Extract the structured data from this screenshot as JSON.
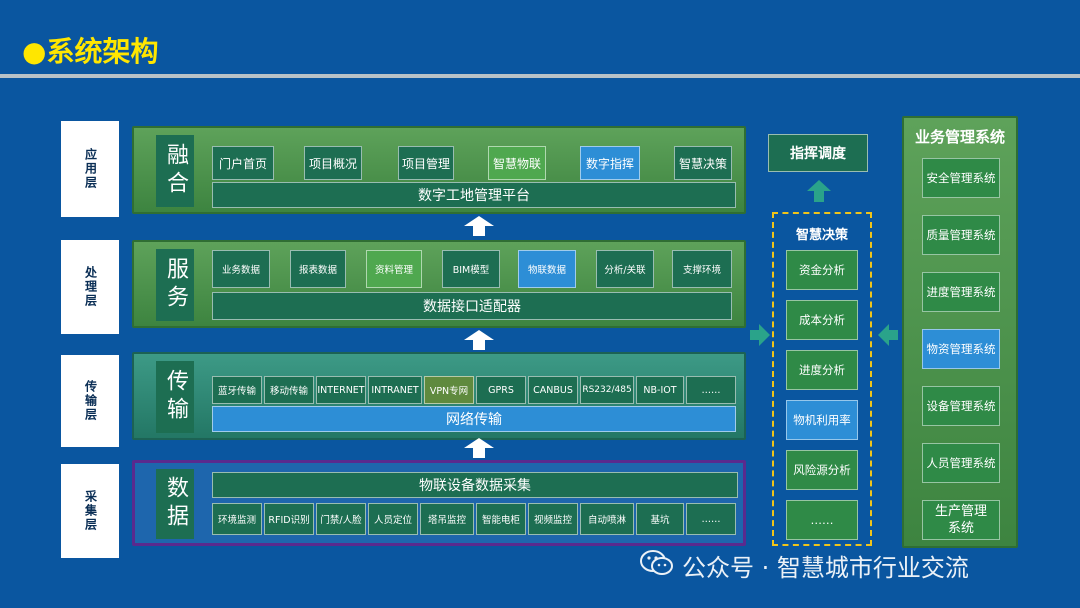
{
  "title": "系统架构",
  "layers": [
    {
      "label": "应用层",
      "big": "融合",
      "items": [
        "门户首页",
        "项目概况",
        "项目管理",
        "智慧物联",
        "数字指挥",
        "智慧决策"
      ],
      "bar": "数字工地管理平台"
    },
    {
      "label": "处理层",
      "big": "服务",
      "items": [
        "业务数据",
        "报表数据",
        "资料管理",
        "BIM模型",
        "物联数据",
        "分析/关联",
        "支撑环境"
      ],
      "bar": "数据接口适配器"
    },
    {
      "label": "传输层",
      "big": "传输",
      "items": [
        "蓝牙传输",
        "移动传输",
        "INTERNET",
        "INTRANET",
        "VPN专网",
        "GPRS",
        "CANBUS",
        "RS232/485",
        "NB-IOT",
        "……"
      ],
      "bar": "网络传输"
    },
    {
      "label": "采集层",
      "big": "数据",
      "items": [
        "环境监测",
        "RFID识别",
        "门禁/人脸",
        "人员定位",
        "塔吊监控",
        "智能电柜",
        "视频监控",
        "自动喷淋",
        "基坑",
        "……"
      ],
      "bar": "物联设备数据采集"
    }
  ],
  "command": "指挥调度",
  "decision": {
    "title": "智慧决策",
    "items": [
      "资金分析",
      "成本分析",
      "进度分析",
      "物机利用率",
      "风险源分析",
      "……"
    ]
  },
  "business": {
    "title": "业务管理系统",
    "items": [
      "安全管理系统",
      "质量管理系统",
      "进度管理系统",
      "物资管理系统",
      "设备管理系统",
      "人员管理系统",
      "生产管理系统"
    ]
  },
  "watermark": "公众号 · 智慧城市行业交流",
  "colors": {
    "title": "#ffe600",
    "background": "#0a56a0",
    "arrow": "#ffffff",
    "decision_border": "#f0c419"
  }
}
